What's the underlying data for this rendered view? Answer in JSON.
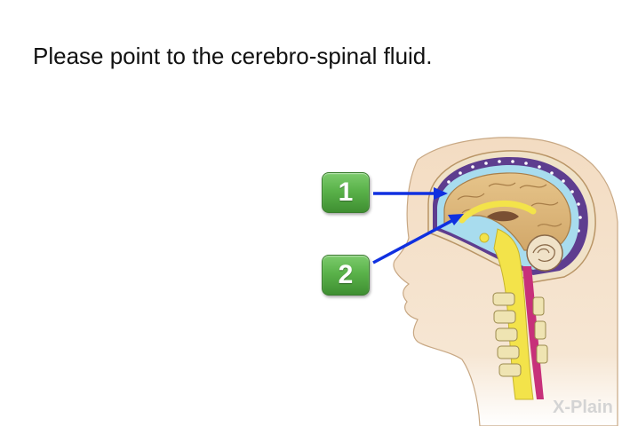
{
  "question": "Please point to the cerebro-spinal fluid.",
  "answers": [
    {
      "label": "1"
    },
    {
      "label": "2"
    }
  ],
  "brand": "X-Plain",
  "colors": {
    "button_green": "#5ab24a",
    "arrow_blue": "#1030e0",
    "csf_blue": "#a8dcee",
    "skin": "#f3dcc2"
  },
  "icons": [
    "head-brain-cross-section-illustration",
    "arrow-pointer"
  ]
}
